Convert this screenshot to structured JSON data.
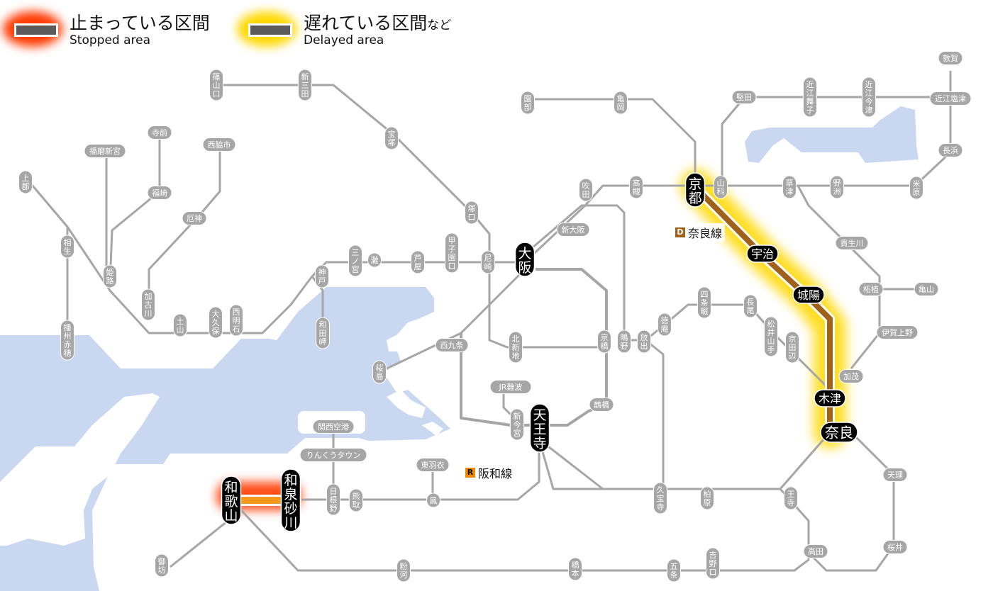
{
  "legend": {
    "stopped": {
      "jp": "止まっている区間",
      "en": "Stopped area",
      "glow_color": "#ff3a00"
    },
    "delayed": {
      "jp": "遅れている区間",
      "jp_suffix": "など",
      "en": "Delayed area",
      "glow_color": "#ffd800"
    }
  },
  "lines": {
    "nara": {
      "badge": "D",
      "name": "奈良線",
      "color": "#a0621a",
      "status": "delayed"
    },
    "hanwa": {
      "badge": "R",
      "name": "阪和線",
      "color": "#f08a00",
      "status": "stopped"
    }
  },
  "colors": {
    "track": "#a6a6a6",
    "sea": "#c9d8f0",
    "delayed_glow": "#ffd800",
    "stopped_glow": "#ff3a00",
    "nara_line": "#a0621a",
    "hanwa_line": "#f39a1e"
  },
  "stations": {
    "sasayamaguchi": "篠山口",
    "shinsanda": "新三田",
    "takarazuka": "宝塚",
    "tsukaguchi": "塚口",
    "sonobe": "園部",
    "kameoka": "亀岡",
    "katata": "堅田",
    "omimaiko": "近江舞子",
    "omiimazu": "近江今津",
    "tsuruga": "敦賀",
    "omishiotsu": "近江塩津",
    "nagahama": "長浜",
    "maibara": "米原",
    "yasu": "野洲",
    "kusatsu": "草津",
    "yamashina": "山科",
    "kyoto": "京都",
    "takatsuki": "高槻",
    "suita": "吹田",
    "shinosaka": "新大阪",
    "osaka": "大阪",
    "amagasaki": "尼崎",
    "koshienguchi": "甲子園口",
    "ashiya": "芦屋",
    "nada": "灘",
    "sannomiya": "三ノ宮",
    "kobe": "神戸",
    "wadamisaki": "和田岬",
    "nishiakashi": "西明石",
    "okubo": "大久保",
    "tsuchiyama": "土山",
    "kakogawa": "加古川",
    "yakujin": "厄神",
    "nishiwakishi": "西脇市",
    "fukusaki": "福崎",
    "teramae": "寺前",
    "harimashingu": "播磨新宮",
    "himeji": "姫路",
    "aioi": "相生",
    "kamigori": "上郡",
    "banshuako": "播州赤穂",
    "nishikujo": "西九条",
    "sakurajima": "桜島",
    "kitashinchi": "北新地",
    "kyobashi": "京橋",
    "shigino": "鴫野",
    "hanaten": "放出",
    "tokuan": "徳庵",
    "shijonawate": "四条畷",
    "nagao": "長尾",
    "matsuiyamate": "松井山手",
    "kyotanabe": "京田辺",
    "uji": "宇治",
    "joyo": "城陽",
    "kamo": "加茂",
    "kizu": "木津",
    "nara": "奈良",
    "tenri": "天理",
    "sakurai": "桜井",
    "takada": "高田",
    "oji": "王寺",
    "kashiwara": "柏原",
    "kyuhoji": "久宝寺",
    "tsuge": "柘植",
    "kameyama": "亀山",
    "igaueno": "伊賀上野",
    "kibukawa": "貴生川",
    "tsuruhashi": "鶴橋",
    "tennoji": "天王寺",
    "shinimamiya": "新今宮",
    "jrnamba": "JR難波",
    "ootori": "鳳",
    "higashihagoromo": "東羽衣",
    "kumatori": "熊取",
    "hineno": "日根野",
    "rinkutown": "りんくうタウン",
    "kansaiairport": "関西空港",
    "izumisunagawa": "和泉砂川",
    "wakayama": "和歌山",
    "gobo": "御坊",
    "kokawa": "粉河",
    "hashimoto": "橋本",
    "gojo": "五条",
    "yoshinoguchi": "吉野口"
  }
}
